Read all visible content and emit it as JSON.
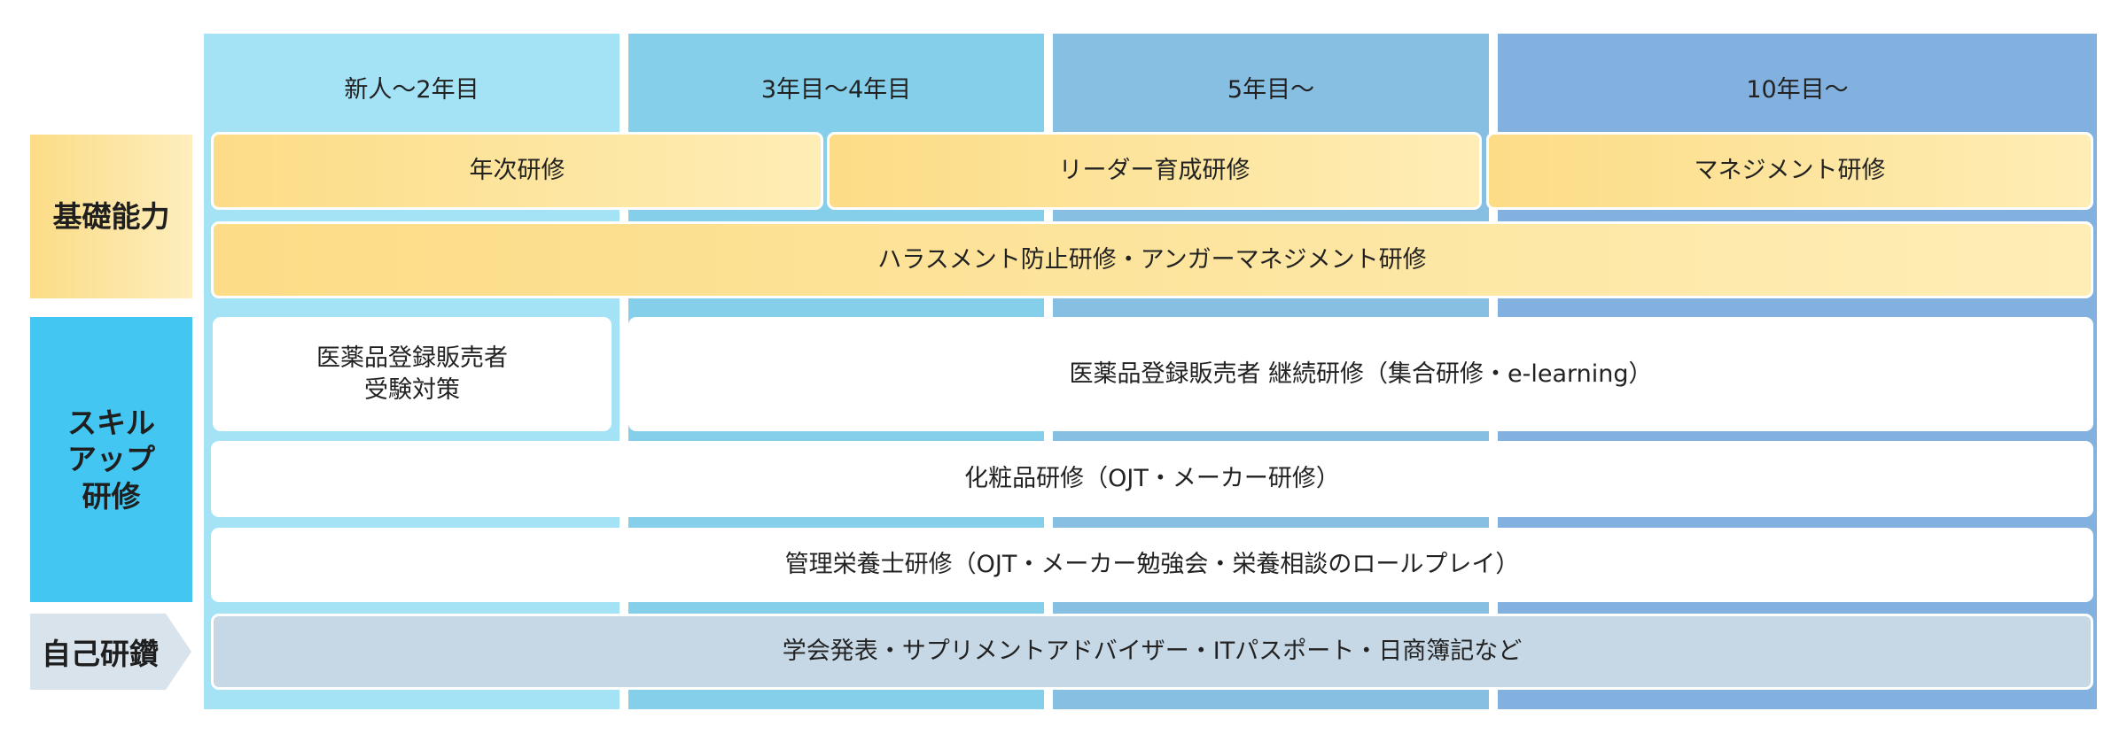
{
  "columns": [
    {
      "label": "新人〜2年目",
      "color": "#a4e3f6"
    },
    {
      "label": "3年目〜4年目",
      "color": "#86cfea"
    },
    {
      "label": "5年目〜",
      "color": "#86bfe2"
    },
    {
      "label": "10年目〜",
      "color": "#82b1e0"
    }
  ],
  "categories": {
    "basic": {
      "label": "基礎能力",
      "color": "#fbe195"
    },
    "skill": {
      "label": "スキル\nアップ\n研修",
      "color": "#43c7f2"
    },
    "self": {
      "label": "自己研鑽",
      "color": "#d9e3ec"
    }
  },
  "trainings": {
    "annual": "年次研修",
    "leader": "リーダー育成研修",
    "management": "マネジメント研修",
    "harassment": "ハラスメント防止研修・アンガーマネジメント研修",
    "exam": "医薬品登録販売者\n受験対策",
    "continuing": "医薬品登録販売者 継続研修（集合研修・e-learning）",
    "cosmetics": "化粧品研修（OJT・メーカー研修）",
    "dietitian": "管理栄養士研修（OJT・メーカー勉強会・栄養相談のロールプレイ）",
    "self_study": "学会発表・サプリメントアドバイザー・ITパスポート・日商簿記など"
  }
}
